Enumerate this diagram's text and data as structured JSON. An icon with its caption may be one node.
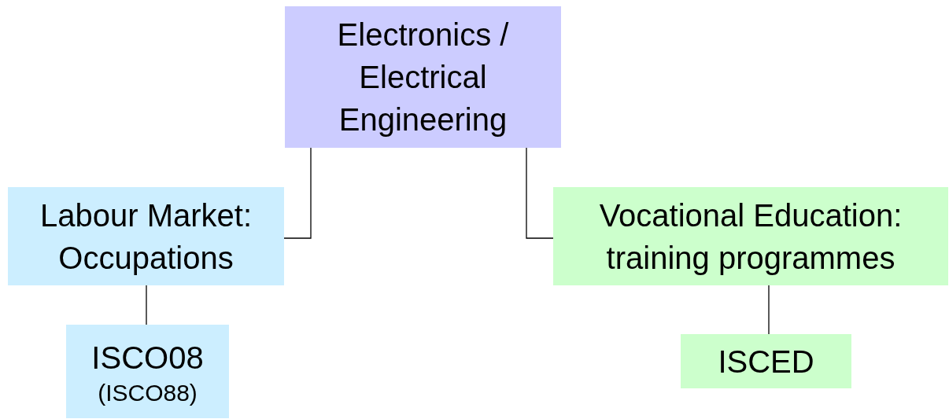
{
  "diagram": {
    "nodes": [
      {
        "text": [
          "Electronics / Electrical Engineering"
        ]
      },
      {
        "text": [
          "Labour Market: Occupations"
        ]
      },
      {
        "text": [
          "Vocational Education: training programmes"
        ]
      },
      {
        "text": [
          "ISCO08",
          "(ISCO88)"
        ]
      },
      {
        "text": [
          "ISCED"
        ]
      }
    ],
    "edges": [
      {
        "from": 0,
        "to": 1,
        "arrow": "none"
      },
      {
        "from": 0,
        "to": 2,
        "arrow": "none"
      },
      {
        "from": 1,
        "to": 3,
        "arrow": "none"
      },
      {
        "from": 2,
        "to": 4,
        "arrow": "none"
      }
    ]
  }
}
